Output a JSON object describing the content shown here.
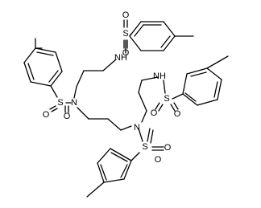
{
  "molecule": {
    "atoms": [
      {
        "symbol": "S"
      },
      {
        "symbol": "O"
      },
      {
        "symbol": "O"
      },
      {
        "symbol": "NH"
      },
      {
        "symbol": "N"
      },
      {
        "symbol": "S"
      },
      {
        "symbol": "O"
      },
      {
        "symbol": "O"
      },
      {
        "symbol": "N"
      },
      {
        "symbol": "S"
      },
      {
        "symbol": "O"
      },
      {
        "symbol": "O"
      },
      {
        "symbol": "NH"
      },
      {
        "symbol": "S"
      },
      {
        "symbol": "O"
      },
      {
        "symbol": "O"
      }
    ]
  }
}
